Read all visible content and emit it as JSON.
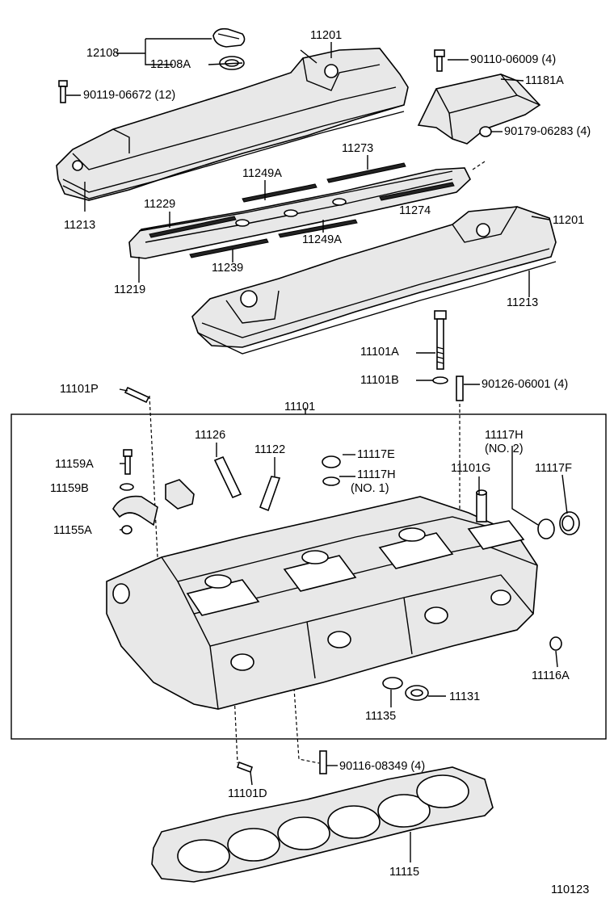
{
  "figure_id": "110123",
  "labels": {
    "p12108": "12108",
    "p12108a": "12108A",
    "p11201_top": "11201",
    "p90110": "90110-06009 (4)",
    "p11181a": "11181A",
    "p90119": "90119-06672 (12)",
    "p90179": "90179-06283 (4)",
    "p11273": "11273",
    "p11249a_top": "11249A",
    "p11229": "11229",
    "p11274": "11274",
    "p11213_left": "11213",
    "p11201_right": "11201",
    "p11249a_bot": "11249A",
    "p11239": "11239",
    "p11219": "11219",
    "p11213_right": "11213",
    "p11101a": "11101A",
    "p11101b": "11101B",
    "p90126": "90126-06001 (4)",
    "p11101p": "11101P",
    "p11101": "11101",
    "p11126": "11126",
    "p11122": "11122",
    "p11117e": "11117E",
    "p11117h_top": "11117H",
    "p11117h_no2": "(NO. 2)",
    "p11159a": "11159A",
    "p11117h_mid": "11117H",
    "p11117h_no1": "(NO. 1)",
    "p11101g": "11101G",
    "p11117f": "11117F",
    "p11159b": "11159B",
    "p11155a": "11155A",
    "p11116a": "11116A",
    "p11131": "11131",
    "p11135": "11135",
    "p90116": "90116-08349 (4)",
    "p11101d": "11101D",
    "p11115": "11115"
  }
}
